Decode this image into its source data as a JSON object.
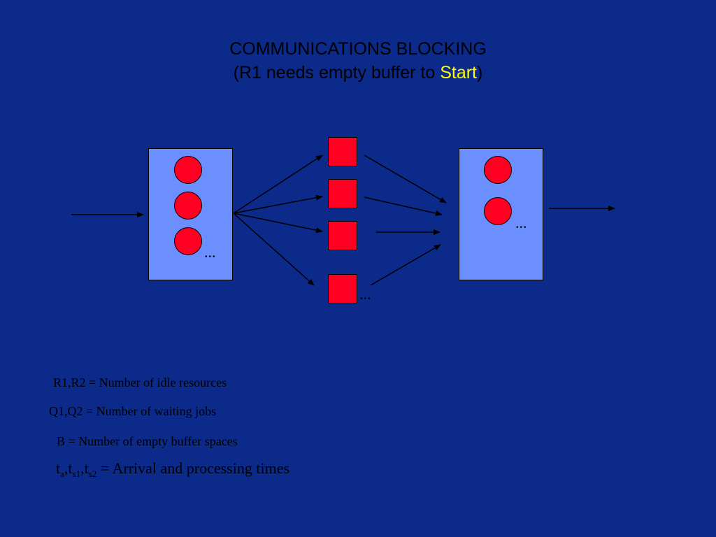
{
  "title": {
    "line1": "COMMUNICATIONS BLOCKING",
    "line2_prefix": "(R1 needs empty buffer to ",
    "line2_highlight": "Start",
    "line2_suffix": ")"
  },
  "diagram": {
    "ellipsis": "..."
  },
  "legend": {
    "r": "R1,R2 = Number of idle resources",
    "q": "Q1,Q2 = Number of waiting jobs",
    "b": "B = Number of empty buffer spaces",
    "times": {
      "t": "t",
      "sub_a": "a",
      "sep": ",",
      "sub_s1": "s1",
      "sub_s2": "s2",
      "rest": " = Arrival and processing times"
    }
  },
  "colors": {
    "background": "#0b2a8a",
    "station": "#6b8fff",
    "job": "#ff0022",
    "highlight": "#ffff00"
  }
}
